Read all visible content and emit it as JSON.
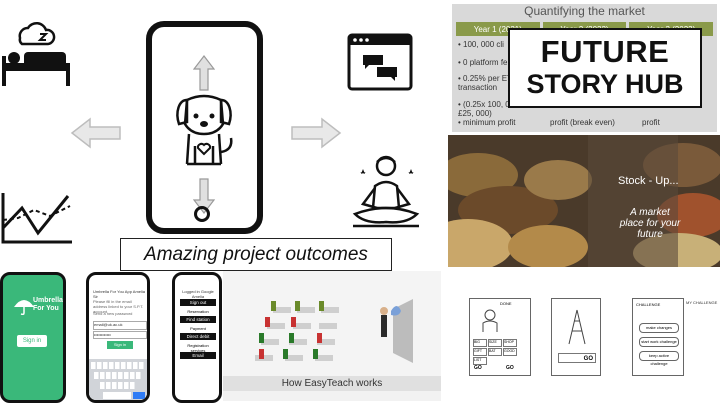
{
  "caption": "Amazing project outcomes",
  "slide": {
    "title": "Quantifying the market",
    "columns": [
      "Year 1 (2021)",
      "Year 2 (2022)",
      "Year 3 (2023)"
    ],
    "bullets": [
      "• 100, 000 cli",
      "• 0 platform fe",
      "• 0.25% per ETF transaction",
      "• (0.25x 100, 0 £25, 000)",
      "• minimum profit"
    ],
    "right_notes": [
      "profit (break even)",
      "profit"
    ]
  },
  "future_story_hub": {
    "line1": "FUTURE",
    "line2": "STORY HUB"
  },
  "market": {
    "title": "Stock - Up...",
    "tagline": "A market place for your future"
  },
  "umbrella_app": {
    "title": "Umbrella For You",
    "button": "Sign in"
  },
  "form_app": {
    "heading": "Umbrella For You App Amelia Sir",
    "text1": "Please fill in the email address linked to your S.P.T. account.",
    "text2": "Send a new password",
    "email": "email@uk.ac.uk",
    "button": "Sign in"
  },
  "menu_app": {
    "title": "Logged in Google Amelia",
    "items": [
      "Sign out",
      "Reservation",
      "Find station",
      "Payment",
      "Direct debit",
      "Registration services",
      "Email"
    ]
  },
  "easyteach": {
    "caption": "How EasyTeach works"
  },
  "sketches": {
    "sketch1": {
      "label": "DONE",
      "boxes": [
        "BIG",
        "SIZE",
        "SHOP",
        "GIFT",
        "BAT",
        "GOOD",
        "LIST"
      ],
      "bottom": [
        "GO",
        "GO"
      ]
    },
    "sketch2": {
      "label": "GO"
    },
    "sketch3": {
      "label": "CHALLENGE",
      "boxes": [
        "make changes",
        "start work challenge",
        "keep active challenge"
      ],
      "corner": "MY CHALLENGE"
    }
  },
  "colors": {
    "umbrella_green": "#3ab87a",
    "slide_olive": "#8a9a4a"
  }
}
